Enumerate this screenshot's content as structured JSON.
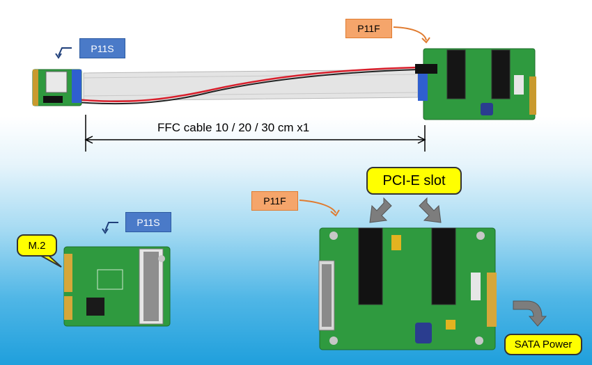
{
  "colors": {
    "pcb_green": "#2f9a3f",
    "tag_blue": "#4a7ac8",
    "tag_orange": "#f5a56b",
    "callout_yellow": "#ffff00",
    "arrow_orange": "#e07b2f",
    "arrow_navy": "#1f3f7a"
  },
  "labels": {
    "top_p11s": "P11S",
    "top_p11f": "P11F",
    "cable": "FFC cable 10 / 20 / 30 cm x1",
    "pcie_slot": "PCI-E slot",
    "bottom_p11f": "P11F",
    "bottom_p11s": "P11S",
    "m2": "M.2",
    "sata_power": "SATA Power"
  }
}
